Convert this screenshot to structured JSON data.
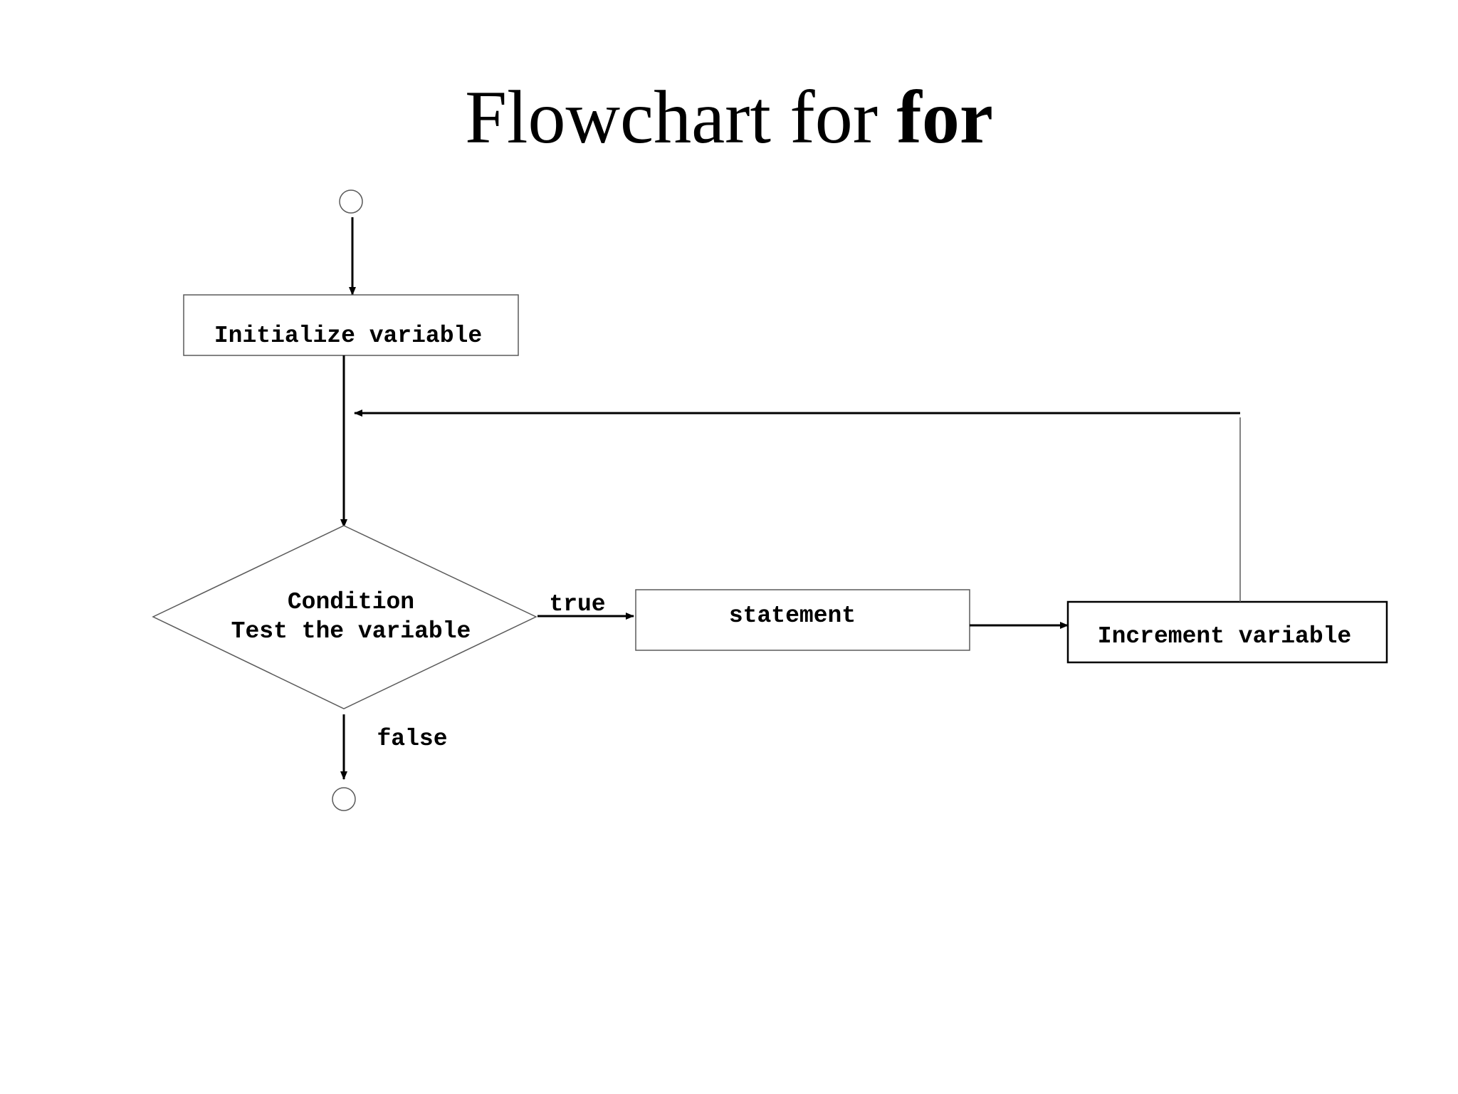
{
  "title": {
    "regular": "Flowchart for ",
    "bold": "for"
  },
  "nodes": {
    "initialize": "Initialize variable",
    "condition_line1": "Condition",
    "condition_line2": "Test the variable",
    "statement": "statement",
    "increment": "Increment variable"
  },
  "edge_labels": {
    "true": "true",
    "false": "false"
  },
  "colors": {
    "stroke": "#000000",
    "shape_outline": "#5a5a5a",
    "background": "#ffffff"
  }
}
